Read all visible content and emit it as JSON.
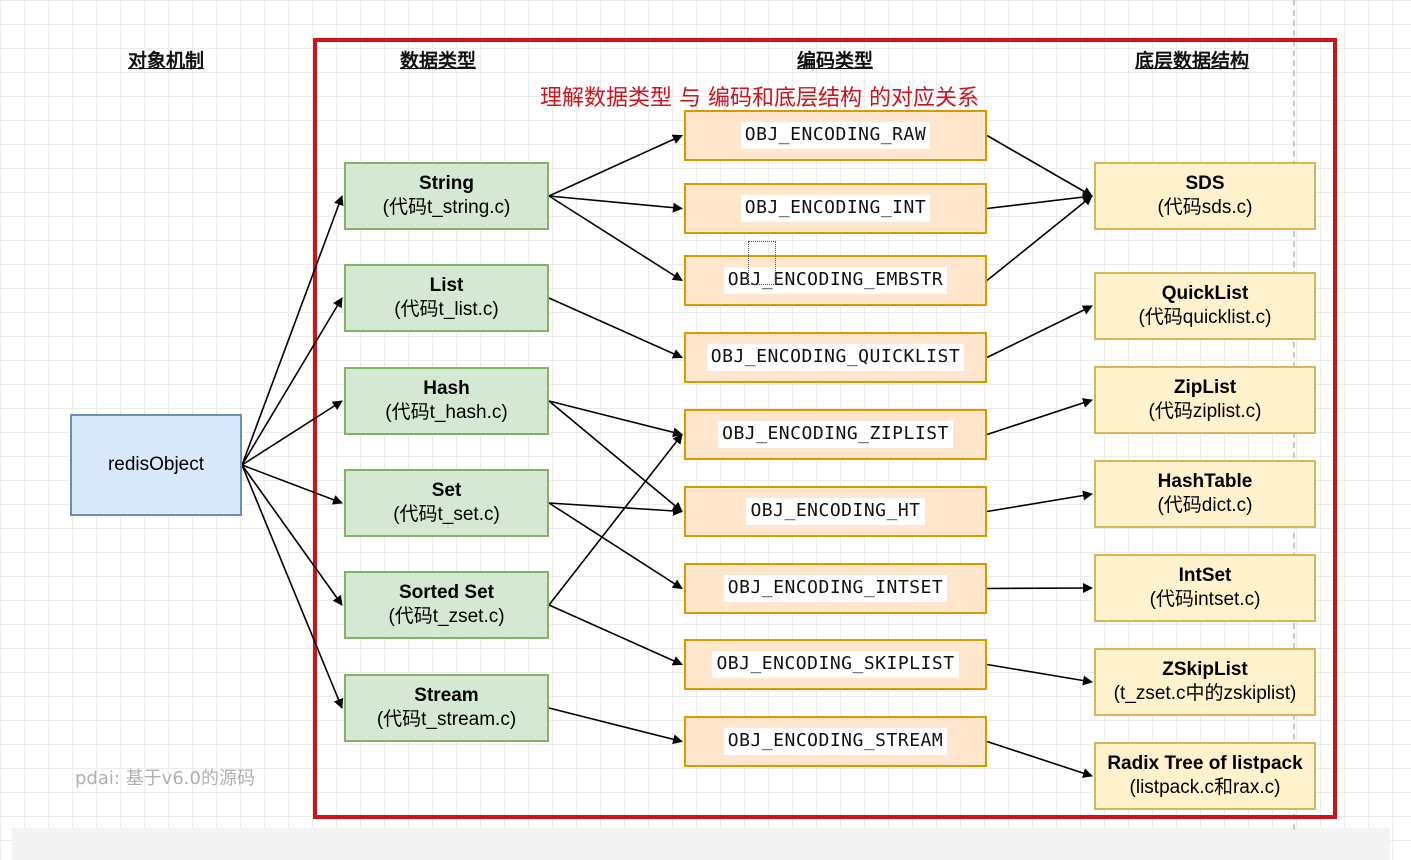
{
  "headers": {
    "mechanism": "对象机制",
    "data_types": "数据类型",
    "encodings": "编码类型",
    "structures": "底层数据结构"
  },
  "subtitle": "理解数据类型 与 编码和底层结构 的对应关系",
  "root": {
    "label": "redisObject"
  },
  "data_types": [
    {
      "id": "string",
      "name": "String",
      "code": "(代码t_string.c)"
    },
    {
      "id": "list",
      "name": "List",
      "code": "(代码t_list.c)"
    },
    {
      "id": "hash",
      "name": "Hash",
      "code": "(代码t_hash.c)"
    },
    {
      "id": "set",
      "name": "Set",
      "code": "(代码t_set.c)"
    },
    {
      "id": "zset",
      "name": "Sorted Set",
      "code": "(代码t_zset.c)"
    },
    {
      "id": "stream",
      "name": "Stream",
      "code": "(代码t_stream.c)"
    }
  ],
  "encodings": [
    {
      "id": "raw",
      "label": "OBJ_ENCODING_RAW"
    },
    {
      "id": "int",
      "label": "OBJ_ENCODING_INT"
    },
    {
      "id": "embstr",
      "label": "OBJ_ENCODING_EMBSTR"
    },
    {
      "id": "quicklist",
      "label": "OBJ_ENCODING_QUICKLIST"
    },
    {
      "id": "ziplist",
      "label": "OBJ_ENCODING_ZIPLIST"
    },
    {
      "id": "ht",
      "label": "OBJ_ENCODING_HT"
    },
    {
      "id": "intset",
      "label": "OBJ_ENCODING_INTSET"
    },
    {
      "id": "skiplist",
      "label": "OBJ_ENCODING_SKIPLIST"
    },
    {
      "id": "stream",
      "label": "OBJ_ENCODING_STREAM"
    }
  ],
  "structures": [
    {
      "id": "sds",
      "name": "SDS",
      "code": "(代码sds.c)"
    },
    {
      "id": "quicklist",
      "name": "QuickList",
      "code": "(代码quicklist.c)"
    },
    {
      "id": "ziplist",
      "name": "ZipList",
      "code": "(代码ziplist.c)"
    },
    {
      "id": "hashtable",
      "name": "HashTable",
      "code": "(代码dict.c)"
    },
    {
      "id": "intset",
      "name": "IntSet",
      "code": "(代码intset.c)"
    },
    {
      "id": "zskiplist",
      "name": "ZSkipList",
      "code": "(t_zset.c中的zskiplist)"
    },
    {
      "id": "rax",
      "name": "Radix Tree of listpack",
      "code": "(listpack.c和rax.c)"
    }
  ],
  "edges": [
    [
      "root",
      "string"
    ],
    [
      "root",
      "list"
    ],
    [
      "root",
      "hash"
    ],
    [
      "root",
      "set"
    ],
    [
      "root",
      "zset"
    ],
    [
      "root",
      "stream"
    ],
    [
      "string",
      "raw"
    ],
    [
      "string",
      "int"
    ],
    [
      "string",
      "embstr"
    ],
    [
      "list",
      "quicklist"
    ],
    [
      "hash",
      "ziplist"
    ],
    [
      "hash",
      "ht"
    ],
    [
      "set",
      "ht"
    ],
    [
      "set",
      "intset"
    ],
    [
      "zset",
      "ziplist"
    ],
    [
      "zset",
      "skiplist"
    ],
    [
      "stream",
      "stream"
    ],
    [
      "raw",
      "sds"
    ],
    [
      "int",
      "sds"
    ],
    [
      "embstr",
      "sds"
    ],
    [
      "quicklist",
      "quicklist"
    ],
    [
      "ziplist",
      "ziplist"
    ],
    [
      "ht",
      "hashtable"
    ],
    [
      "intset",
      "intset"
    ],
    [
      "skiplist",
      "zskiplist"
    ],
    [
      "stream",
      "rax"
    ]
  ],
  "watermark": "pdai: 基于v6.0的源码"
}
